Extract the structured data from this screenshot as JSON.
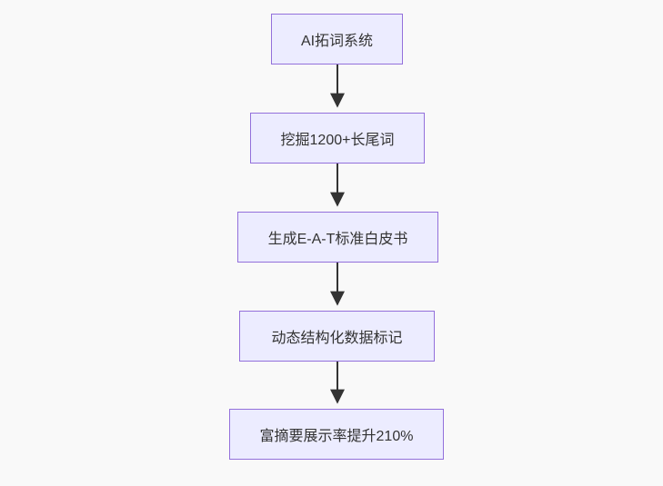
{
  "diagram": {
    "type": "flowchart",
    "direction": "top-down",
    "nodes": [
      {
        "id": "A",
        "label": "AI拓词系统"
      },
      {
        "id": "B",
        "label": "挖掘1200+长尾词"
      },
      {
        "id": "C",
        "label": "生成E-A-T标准白皮书"
      },
      {
        "id": "D",
        "label": "动态结构化数据标记"
      },
      {
        "id": "E",
        "label": "富摘要展示率提升210%"
      }
    ],
    "edges": [
      {
        "from": "A",
        "to": "B"
      },
      {
        "from": "B",
        "to": "C"
      },
      {
        "from": "C",
        "to": "D"
      },
      {
        "from": "D",
        "to": "E"
      }
    ],
    "colors": {
      "node_fill": "#ECECFF",
      "node_border": "#9370DB",
      "edge": "#333333",
      "text": "#333333",
      "background": "#F9F9F9"
    }
  }
}
